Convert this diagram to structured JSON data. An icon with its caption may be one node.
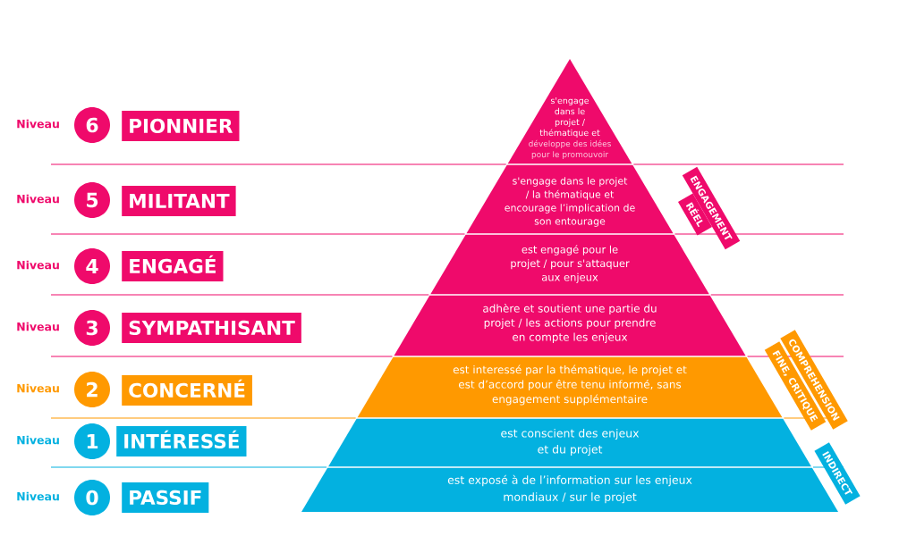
{
  "diagram": {
    "nodes": [
      {
        "text": [
          "6"
        ],
        "beside": [
          "Niveau"
        ]
      },
      {
        "text": [
          "PIONNIER"
        ]
      },
      {
        "text": [
          "s'engage dans le projet / thématique et",
          "développe des idées pour le promouvoir"
        ]
      },
      {
        "text": [
          "5"
        ],
        "beside": [
          "Niveau"
        ]
      },
      {
        "text": [
          "MILITANT"
        ]
      },
      {
        "text": [
          "s'engage dans le projet / la thématique et encourage l’implication de son entourage"
        ]
      },
      {
        "text": [
          "ENGAGEMENT"
        ]
      },
      {
        "text": [
          "RÉEL"
        ]
      },
      {
        "text": [
          "4"
        ],
        "beside": [
          "Niveau"
        ]
      },
      {
        "text": [
          "ENGAGÉ"
        ]
      },
      {
        "text": [
          "est engagé pour le projet / pour s'attaquer aux enjeux"
        ]
      },
      {
        "text": [
          "3"
        ],
        "beside": [
          "Niveau"
        ]
      },
      {
        "text": [
          "SYMPATHISANT"
        ]
      },
      {
        "text": [
          "adhère et soutient une partie du projet / les actions pour prendre en compte les enjeux"
        ]
      },
      {
        "text": [
          "COMPREHENSION"
        ]
      },
      {
        "text": [
          "FINE, CRITIQUE"
        ]
      },
      {
        "text": [
          "2"
        ],
        "beside": [
          "Niveau"
        ]
      },
      {
        "text": [
          "CONCERNÉ"
        ]
      },
      {
        "text": [
          "est interessé par la thématique, le projet et est d’accord pour être tenu informé, sans engagement supplémentaire"
        ]
      },
      {
        "text": [
          "1"
        ],
        "beside": [
          "Niveau"
        ]
      },
      {
        "text": [
          "INTÉRESSÉ"
        ]
      },
      {
        "text": [
          "est conscient des enjeux et du projet"
        ]
      },
      {
        "text": [
          "INDIRECT"
        ]
      },
      {
        "text": [
          "0"
        ],
        "beside": [
          "Niveau"
        ]
      },
      {
        "text": [
          "PASSIF"
        ]
      },
      {
        "text": [
          "est exposé à de l’information sur les enjeux mondiaux / sur le projet"
        ]
      }
    ]
  }
}
